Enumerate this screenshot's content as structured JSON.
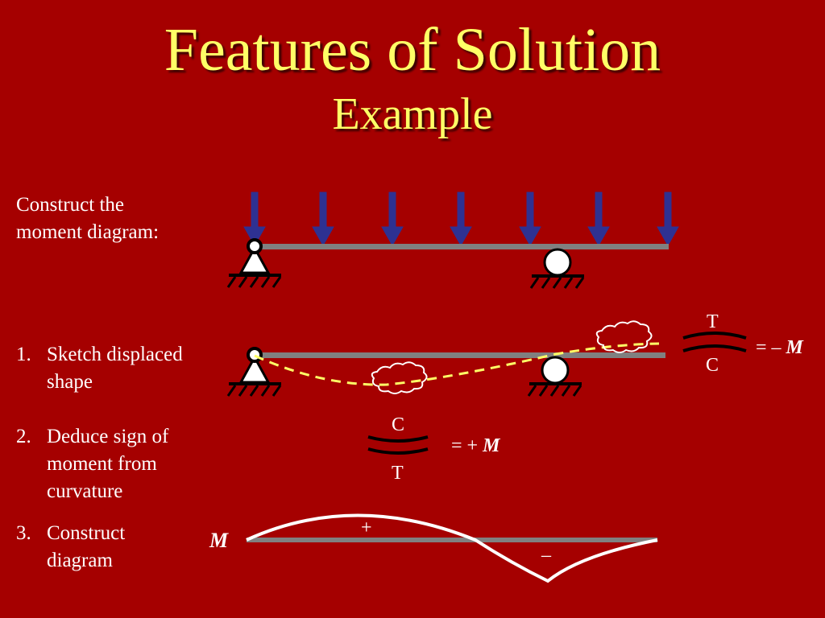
{
  "slide": {
    "title": "Features of Solution",
    "subtitle": "Example"
  },
  "intro": {
    "line1": "Construct the",
    "line2": "moment diagram:"
  },
  "steps": [
    {
      "number": "1.",
      "lines": [
        "Sketch displaced",
        "shape"
      ]
    },
    {
      "number": "2.",
      "lines": [
        "Deduce sign of",
        "moment from",
        "curvature"
      ]
    },
    {
      "number": "3.",
      "lines": [
        "Construct",
        "diagram"
      ]
    }
  ],
  "curvature_negative": {
    "top": "T",
    "bottom": "C",
    "equals": "= –",
    "symbol": "M"
  },
  "curvature_positive": {
    "top": "C",
    "bottom": "T",
    "equals": "= +",
    "symbol": "M"
  },
  "moment_diagram": {
    "axis_label": "M",
    "positive_sign": "+",
    "negative_sign": "–"
  },
  "colors": {
    "background": "#a50000",
    "title": "#ffff66",
    "beam": "#808080",
    "load_arrow": "#2e3192",
    "deflected_shape": "#ffff66"
  }
}
